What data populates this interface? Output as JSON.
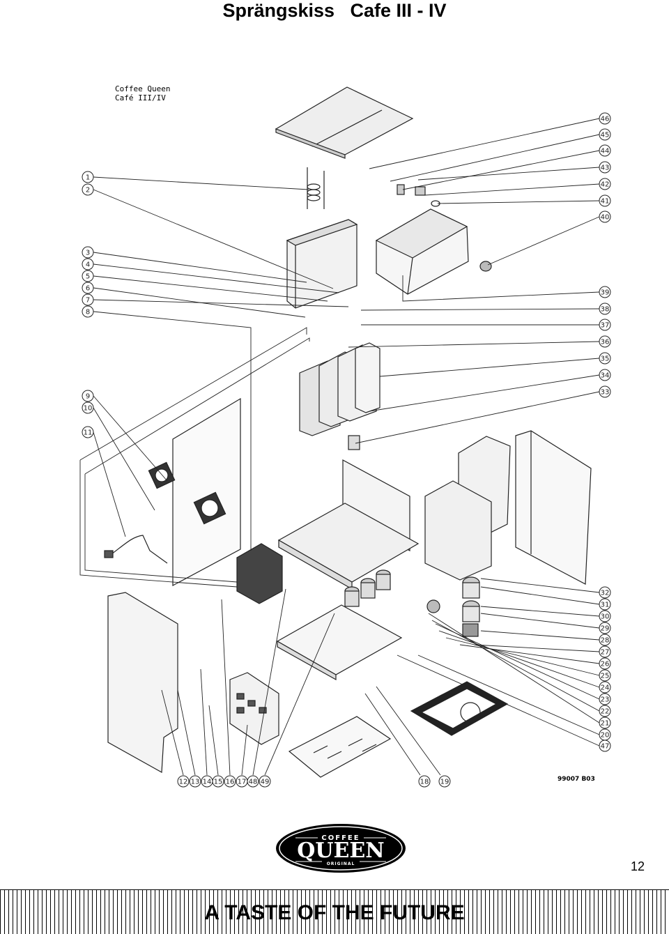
{
  "header": {
    "title": "Sprängskiss   Cafe III - IV"
  },
  "diagram": {
    "label_line1": "Coffee Queen",
    "label_line2": "Café III/IV",
    "drawing_number": "99007 B03",
    "part_numbers_left": [
      "1",
      "2",
      "3",
      "4",
      "5",
      "6",
      "7",
      "8",
      "9",
      "10",
      "11"
    ],
    "part_numbers_right": [
      "46",
      "45",
      "44",
      "43",
      "42",
      "41",
      "40",
      "39",
      "38",
      "37",
      "36",
      "35",
      "34",
      "33",
      "32",
      "31",
      "30",
      "29",
      "28",
      "27",
      "26",
      "25",
      "24",
      "23",
      "22",
      "21",
      "20",
      "47"
    ],
    "part_numbers_bottom": [
      "12",
      "13",
      "14",
      "15",
      "16",
      "17",
      "48",
      "49",
      "18",
      "19"
    ]
  },
  "logo": {
    "top_text": "COFFEE",
    "main_text": "QUEEN",
    "bottom_text": "ORIGINAL"
  },
  "footer": {
    "page_number": "12",
    "slogan": "A TASTE OF THE FUTURE"
  }
}
